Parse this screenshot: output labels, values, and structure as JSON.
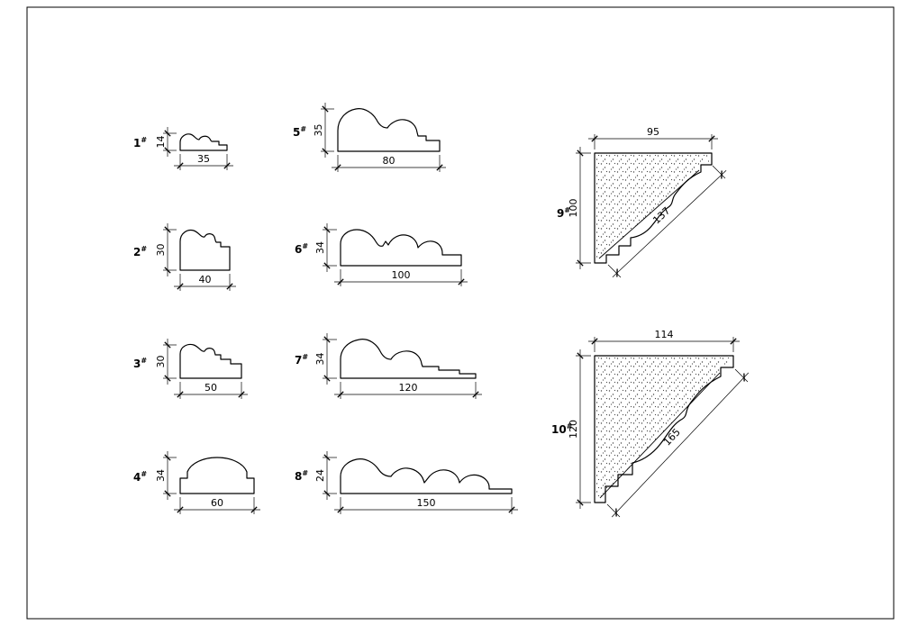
{
  "drawing": {
    "profiles": [
      {
        "num": "1",
        "sup": "#",
        "width": "35",
        "height": "14"
      },
      {
        "num": "2",
        "sup": "#",
        "width": "40",
        "height": "30"
      },
      {
        "num": "3",
        "sup": "#",
        "width": "50",
        "height": "30"
      },
      {
        "num": "4",
        "sup": "#",
        "width": "60",
        "height": "34"
      },
      {
        "num": "5",
        "sup": "#",
        "width": "80",
        "height": "35"
      },
      {
        "num": "6",
        "sup": "#",
        "width": "100",
        "height": "34"
      },
      {
        "num": "7",
        "sup": "#",
        "width": "120",
        "height": "34"
      },
      {
        "num": "8",
        "sup": "#",
        "width": "150",
        "height": "24"
      }
    ],
    "corners": [
      {
        "num": "9",
        "sup": "#",
        "width": "95",
        "height": "100",
        "diagonal": "137"
      },
      {
        "num": "10",
        "sup": "#",
        "width": "114",
        "height": "120",
        "diagonal": "165"
      }
    ],
    "line_color": "#000000",
    "background_color": "#ffffff"
  }
}
